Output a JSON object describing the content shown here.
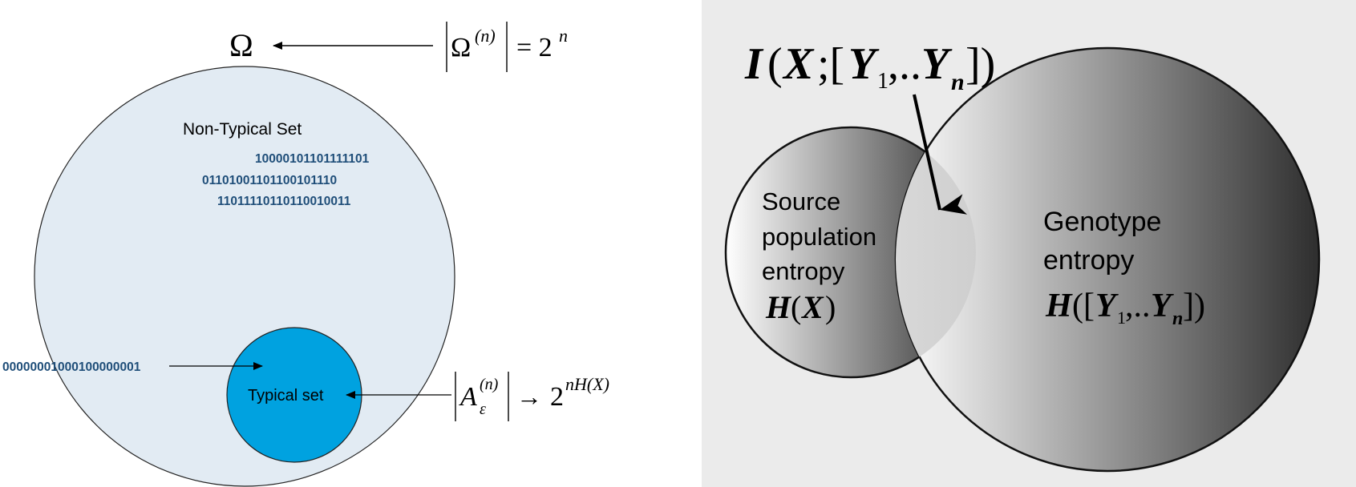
{
  "typical_set_diagram": {
    "omega_symbol": "Ω",
    "omega_size": {
      "base": "Ω",
      "superscript": "(n)",
      "rhs_base": "= 2",
      "rhs_exponent": "n"
    },
    "non_typical_label": "Non-Typical Set",
    "non_typical_sequences": [
      "10000101101111101",
      "01101001101100101110",
      "11011110110110010011"
    ],
    "typical_sequence": "00000001000100000001",
    "typical_label": "Typical set",
    "typical_size": {
      "base": "A",
      "subscript": "ε",
      "superscript": "(n)",
      "arrow": "→",
      "rhs_base": "2",
      "rhs_exponent": "nH(X)"
    },
    "colors": {
      "outer_circle_fill": "#e2ebf3",
      "inner_circle_fill": "#00a2e0",
      "sequence_text": "#1f4e79"
    }
  },
  "venn_diagram": {
    "mutual_information": {
      "prefix": "I",
      "open": "(",
      "x": "X",
      "sep": ";[",
      "y": "Y",
      "sub1": "1",
      "dots": ",..",
      "yn": "Y",
      "subn": "n",
      "close": "])"
    },
    "source_label_lines": [
      "Source",
      "population",
      "entropy"
    ],
    "source_formula": {
      "h": "H",
      "open": "(",
      "x": "X",
      "close": ")"
    },
    "genotype_label_lines": [
      "Genotype",
      "entropy"
    ],
    "genotype_formula": {
      "h": "H",
      "open": "([",
      "y": "Y",
      "sub1": "1",
      "dots": ",..",
      "yn": "Y",
      "subn": "n",
      "close": "])"
    },
    "colors": {
      "background": "#ebebeb",
      "gradient_light": "#ffffff",
      "gradient_dark": "#2e2e2e"
    }
  }
}
